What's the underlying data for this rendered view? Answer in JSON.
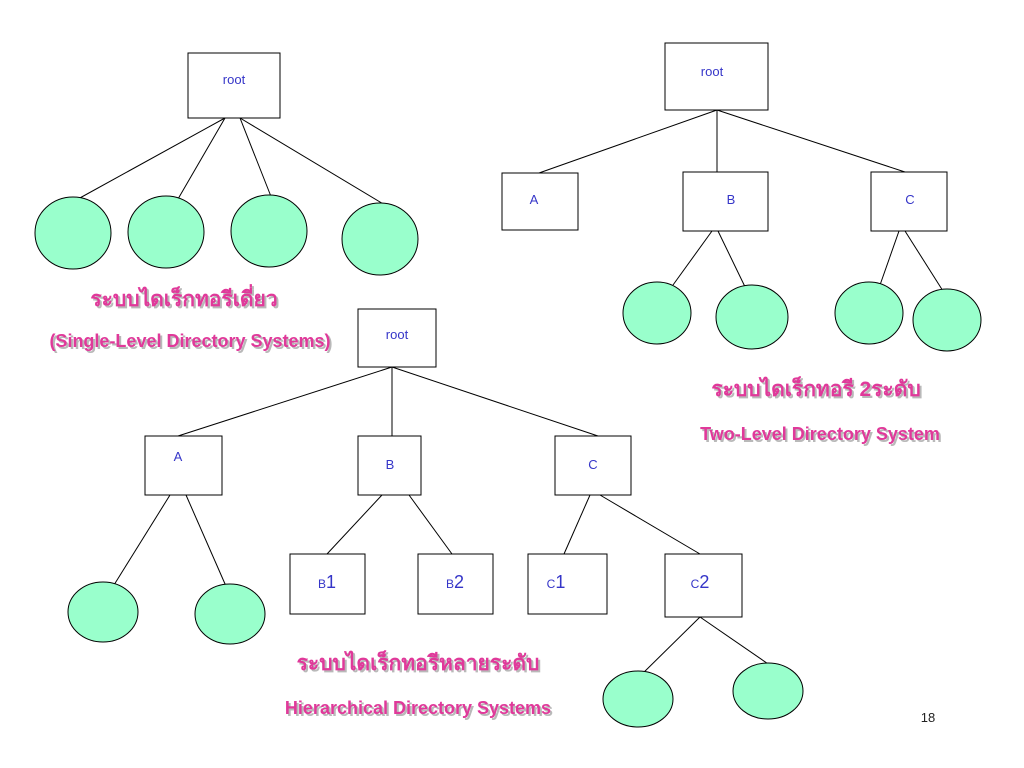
{
  "single_level": {
    "root_label": "root",
    "caption_th": "ระบบไดเร็กทอรีเดี่ยว",
    "caption_en": "(Single-Level Directory Systems)"
  },
  "two_level": {
    "root_label": "root",
    "dir_a": "A",
    "dir_b": "B",
    "dir_c": "C",
    "caption_th": "ระบบไดเร็กทอรี 2ระดับ",
    "caption_en": "Two-Level Directory System"
  },
  "hierarchical": {
    "root_label": "root",
    "dir_a": "A",
    "dir_b": "B",
    "dir_c": "C",
    "b1_letter": "B",
    "b1_num": "1",
    "b2_letter": "B",
    "b2_num": "2",
    "c1_letter": "C",
    "c1_num": "1",
    "c2_letter": "C",
    "c2_num": "2",
    "caption_th": "ระบบไดเร็กทอรีหลายระดับ",
    "caption_en": "Hierarchical Directory Systems"
  },
  "page_number": "18",
  "colors": {
    "file_fill": "#99ffcc",
    "caption": "#e0399a",
    "node_text": "#3535c8"
  }
}
